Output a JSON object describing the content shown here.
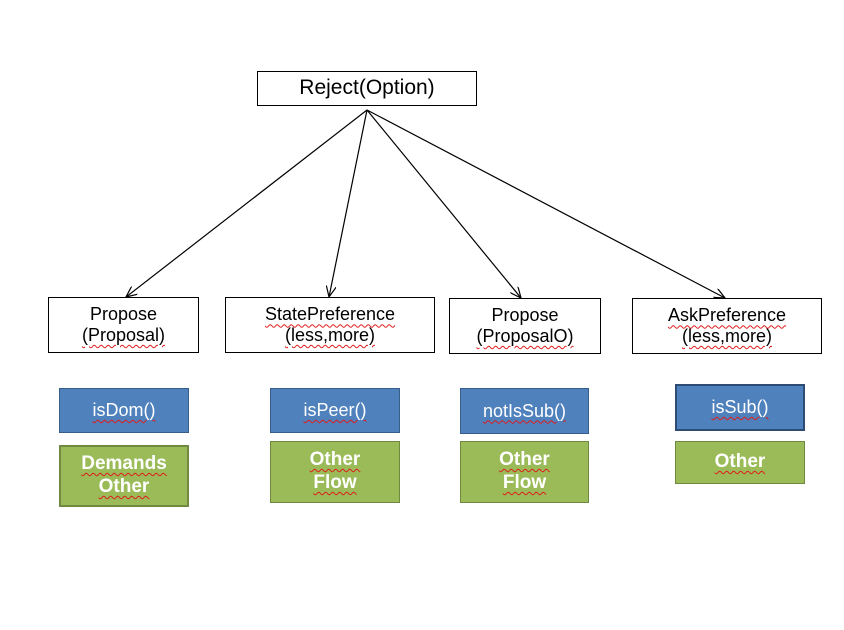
{
  "root": {
    "label": "Reject(Option)"
  },
  "children": [
    {
      "line1": "Propose",
      "line2": "(Proposal)",
      "method": "isDom()",
      "outcome_line1": "Demands",
      "outcome_line2": "Other"
    },
    {
      "line1": "StatePreference",
      "line2": "(less,more)",
      "method": "isPeer()",
      "outcome_line1": "Other",
      "outcome_line2": "Flow"
    },
    {
      "line1": "Propose",
      "line2": "(ProposalO)",
      "method": "notIsSub()",
      "outcome_line1": "Other",
      "outcome_line2": "Flow"
    },
    {
      "line1": "AskPreference",
      "line2": "(less,more)",
      "method": "isSub()",
      "outcome_line1": "Other",
      "outcome_line2": ""
    }
  ],
  "colors": {
    "method_fill": "#4f81bd",
    "outcome_fill": "#9bbb59",
    "spellcheck_underline": "#e01b1b"
  }
}
